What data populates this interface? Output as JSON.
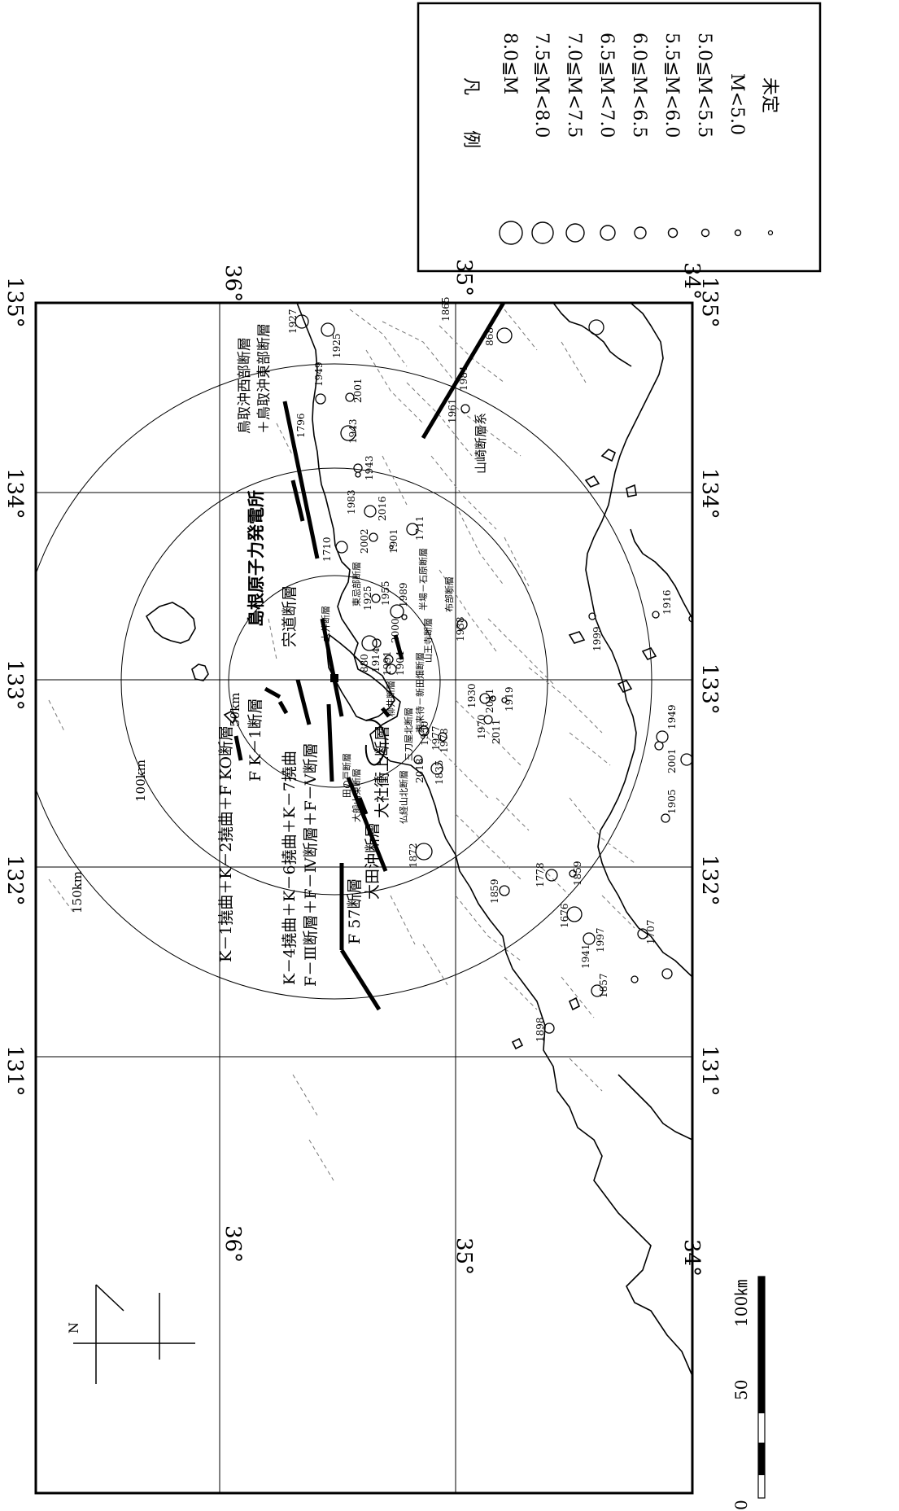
{
  "plant": "島根原子力発電所",
  "lat_ticks": [
    "36°",
    "35°",
    "34°"
  ],
  "lon_ticks": [
    "131°",
    "132°",
    "133°",
    "134°",
    "135°"
  ],
  "rings": [
    "50km",
    "100km",
    "150km"
  ],
  "north": "N",
  "scale": {
    "zero": "0",
    "mid": "50",
    "end": "100㎞"
  },
  "legend": {
    "title_a": "凡",
    "title_b": "例",
    "items": [
      "8.0≦M",
      "7.5≦M<8.0",
      "7.0≦M<7.5",
      "6.5≦M<7.0",
      "6.0≦M<6.5",
      "5.5≦M<6.0",
      "5.0≦M<5.5",
      "M<5.0",
      "未定"
    ]
  },
  "faults": {
    "k1": "K－1撓曲＋K－2撓曲＋F KO断層",
    "k4": "K－4撓曲＋K－6撓曲＋K－7撓曲",
    "f3": "F－Ⅲ断層＋F－Ⅳ断層＋F－Ⅴ断層",
    "f57": "F 57断層",
    "fk1": "F K－1断層",
    "oda": "大田沖断層",
    "taisha": "大社衝上断層",
    "shinji": "宍道断層",
    "tottori_a": "鳥取沖西部断層",
    "tottori_b": "＋鳥取沖東部断層",
    "yamasaki": "山崎断層系",
    "tanokuchi": "田の戸断層",
    "ofuna": "大船山東断層",
    "butsu": "仏経山北断層",
    "futokoro": "三刀屋北断層",
    "kaminakano": "東来待－新田畑断層",
    "yanagi": "柳井断層",
    "sanno": "山王寺断層",
    "tozan": "東忌部断層",
    "fubai": "布部断層",
    "hanba": "半場－石原断層",
    "oi": "大井断層"
  },
  "years": {
    "y1927": "1927",
    "y1925": "1925",
    "y1865": "1865",
    "y868": "868",
    "y1949a": "1949",
    "y2001a": "2001",
    "y1796": "1796",
    "y1943a": "1943",
    "y1943b": "1943",
    "y1983": "1983",
    "y2016": "2016",
    "y1710": "1710",
    "y2002": "2002",
    "y1901": "1901",
    "y1711": "1711",
    "y1955": "1955",
    "y1925b": "1925",
    "y1989": "1989",
    "y2000": "2000",
    "y1938": "1938",
    "y1984": "1984",
    "y1961": "1961",
    "y880": "880",
    "y1914": "1914",
    "y1991": "1991",
    "y1904": "1904",
    "y1930": "1930",
    "y2011": "2011",
    "y1919": "1919",
    "y1970": "1970",
    "y2011b": "2011",
    "y1950": "1950",
    "y1977": "1977",
    "y1978": "1978",
    "y2018": "2018",
    "y1835": "1835",
    "y1872": "1872",
    "y1949b": "1949",
    "y2001b": "2001",
    "y1905": "1905",
    "y1916": "1916",
    "y1999": "1999",
    "y1778": "1778",
    "y1859a": "1859",
    "y1859b": "1859",
    "y1676": "1676",
    "y1707": "1707",
    "y1941": "1941",
    "y1997": "1997",
    "y1857": "1857",
    "y1898": "1898"
  }
}
